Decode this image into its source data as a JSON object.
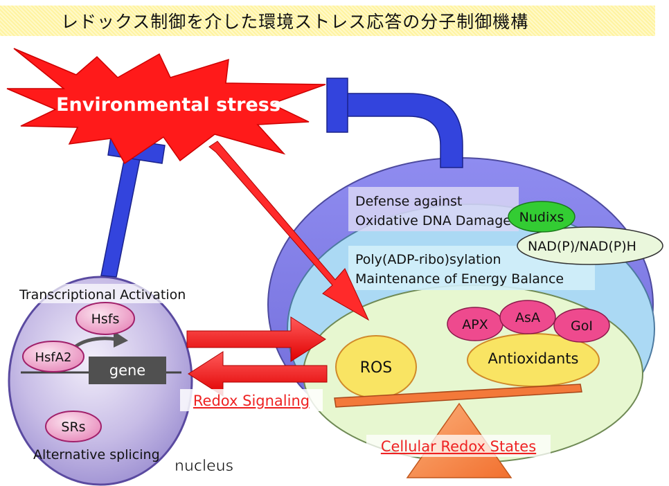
{
  "title": "レドックス制御を介した環境ストレス応答の分子制御機構",
  "stress": "Environmental stress",
  "nucleus": {
    "label": "nucleus",
    "transcriptional_activation": "Transcriptional Activation",
    "alternative_splicing": "Alternative splicing",
    "hsfs": "Hsfs",
    "hsfa2": "HsfA2",
    "gene": "gene",
    "srs": "SRs"
  },
  "cell": {
    "defense_line1": "Defense against",
    "defense_line2": "Oxidative DNA Damage",
    "nudixs": "Nudixs",
    "nadp": "NAD(P)/NAD(P)H",
    "poly_line1": "Poly(ADP-ribo)sylation",
    "poly_line2": "Maintenance of Energy Balance",
    "ros": "ROS",
    "apx": "APX",
    "asa": "AsA",
    "gol": "GoI",
    "antioxidants": "Antioxidants"
  },
  "redox_signaling": "Redox Signaling",
  "cellular_redox_states": "Cellular Redox States",
  "colors": {
    "stress_red": "#ff1a1a",
    "inhibit_blue": "#3344dd",
    "outer_ellipse": "#8a86ea",
    "middle_ellipse": "#a8d8f4",
    "inner_ellipse": "#e6f7cf",
    "pink": "#ee4a8e",
    "yellow": "#f8e55a",
    "green": "#33cc33",
    "orange": "#f57c3e",
    "link_red": "#ee2222"
  }
}
